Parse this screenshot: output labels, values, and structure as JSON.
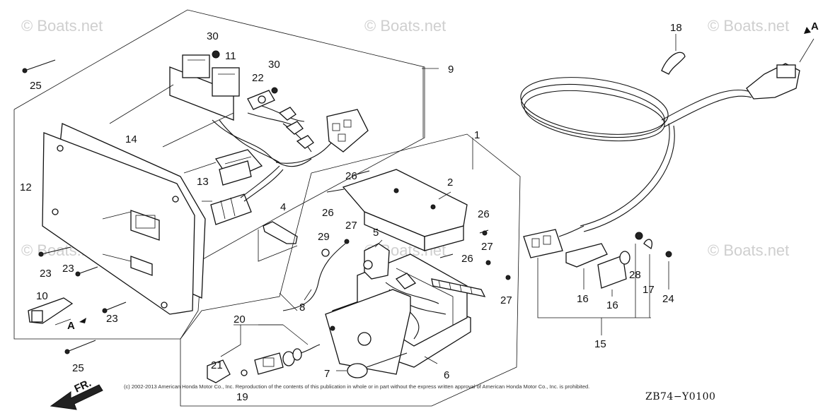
{
  "watermarks": [
    "© Boats.net",
    "© Boats.net",
    "© Boats.net",
    "© Boats.net",
    "© Boats.net",
    "© Boats.net"
  ],
  "parts": {
    "p1": "1",
    "p2": "2",
    "p4": "4",
    "p5": "5",
    "p6": "6",
    "p7": "7",
    "p8": "8",
    "p9": "9",
    "p10": "10",
    "p11": "11",
    "p12": "12",
    "p13": "13",
    "p14": "14",
    "p15": "15",
    "p16a": "16",
    "p16b": "16",
    "p17": "17",
    "p18": "18",
    "p19": "19",
    "p20": "20",
    "p21": "21",
    "p22": "22",
    "p23a": "23",
    "p23b": "23",
    "p23c": "23",
    "p24": "24",
    "p25a": "25",
    "p25b": "25",
    "p26a": "26",
    "p26b": "26",
    "p26c": "26",
    "p26d": "26",
    "p27a": "27",
    "p27b": "27",
    "p27c": "27",
    "p28": "28",
    "p29": "29",
    "p30a": "30",
    "p30b": "30"
  },
  "connector_labels": {
    "a_left": "A",
    "a_right": "A"
  },
  "direction_label": "FR.",
  "copyright": "(c) 2002-2013 American Honda Motor Co., Inc. Reproduction of the contents of this publication in whole or in part without the express written approval of American Honda Motor Co., Inc. is prohibited.",
  "diagram_code": "ZB74−Y0100"
}
